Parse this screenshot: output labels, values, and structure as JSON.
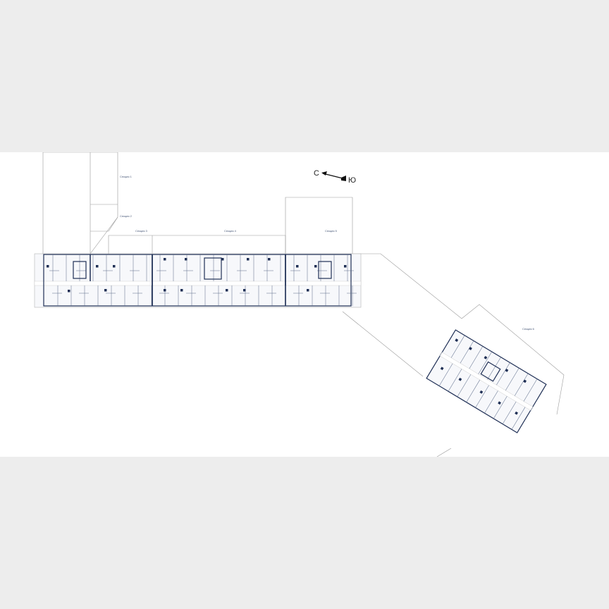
{
  "plan": {
    "compass": {
      "north": "С",
      "south": "Ю"
    },
    "sections": [
      "Секция 1",
      "Секция 2",
      "Секция 3",
      "Секция 4",
      "Секция 5",
      "Секция 6"
    ]
  },
  "colors": {
    "background": "#ededed",
    "sheet": "#ffffff",
    "walls": "#1f2f55",
    "lines": "#9a9a9a",
    "labels": "#4a5a7a"
  }
}
